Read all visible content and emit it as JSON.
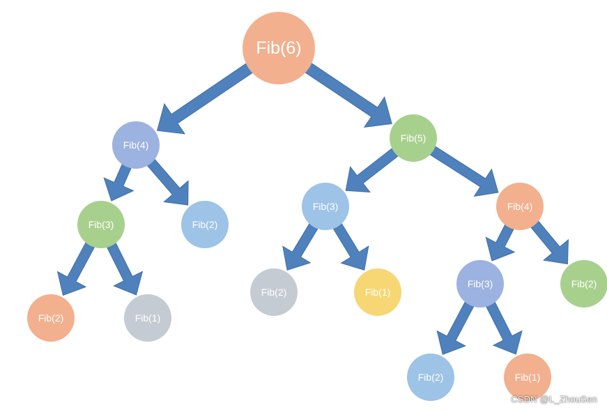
{
  "diagram": {
    "nodes": [
      {
        "id": "n1",
        "label": "Fib(6)",
        "color": "#F2B08E"
      },
      {
        "id": "n2",
        "label": "Fib(4)",
        "color": "#9CB2E0"
      },
      {
        "id": "n3",
        "label": "Fib(5)",
        "color": "#A8D08D"
      },
      {
        "id": "n4",
        "label": "Fib(3)",
        "color": "#A8D08D"
      },
      {
        "id": "n5",
        "label": "Fib(2)",
        "color": "#9DC3E6"
      },
      {
        "id": "n6",
        "label": "Fib(3)",
        "color": "#9DC3E6"
      },
      {
        "id": "n7",
        "label": "Fib(4)",
        "color": "#F2B08E"
      },
      {
        "id": "n8",
        "label": "Fib(2)",
        "color": "#F2B08E"
      },
      {
        "id": "n9",
        "label": "Fib(1)",
        "color": "#C5CBD3"
      },
      {
        "id": "n10",
        "label": "Fib(2)",
        "color": "#C5CBD3"
      },
      {
        "id": "n11",
        "label": "Fib(1)",
        "color": "#F7D774"
      },
      {
        "id": "n12",
        "label": "Fib(3)",
        "color": "#9CB2E0"
      },
      {
        "id": "n13",
        "label": "Fib(2)",
        "color": "#A8D08D"
      },
      {
        "id": "n14",
        "label": "Fib(2)",
        "color": "#9DC3E6"
      },
      {
        "id": "n15",
        "label": "Fib(1)",
        "color": "#F2B08E"
      }
    ],
    "edges": [
      {
        "from": "n1",
        "to": "n2"
      },
      {
        "from": "n1",
        "to": "n3"
      },
      {
        "from": "n2",
        "to": "n4"
      },
      {
        "from": "n2",
        "to": "n5"
      },
      {
        "from": "n3",
        "to": "n6"
      },
      {
        "from": "n3",
        "to": "n7"
      },
      {
        "from": "n4",
        "to": "n8"
      },
      {
        "from": "n4",
        "to": "n9"
      },
      {
        "from": "n6",
        "to": "n10"
      },
      {
        "from": "n6",
        "to": "n11"
      },
      {
        "from": "n7",
        "to": "n12"
      },
      {
        "from": "n7",
        "to": "n13"
      },
      {
        "from": "n12",
        "to": "n14"
      },
      {
        "from": "n12",
        "to": "n15"
      }
    ],
    "arrow_color": "#4F81BD"
  },
  "watermark": "CSDN @L_ZhouSen"
}
